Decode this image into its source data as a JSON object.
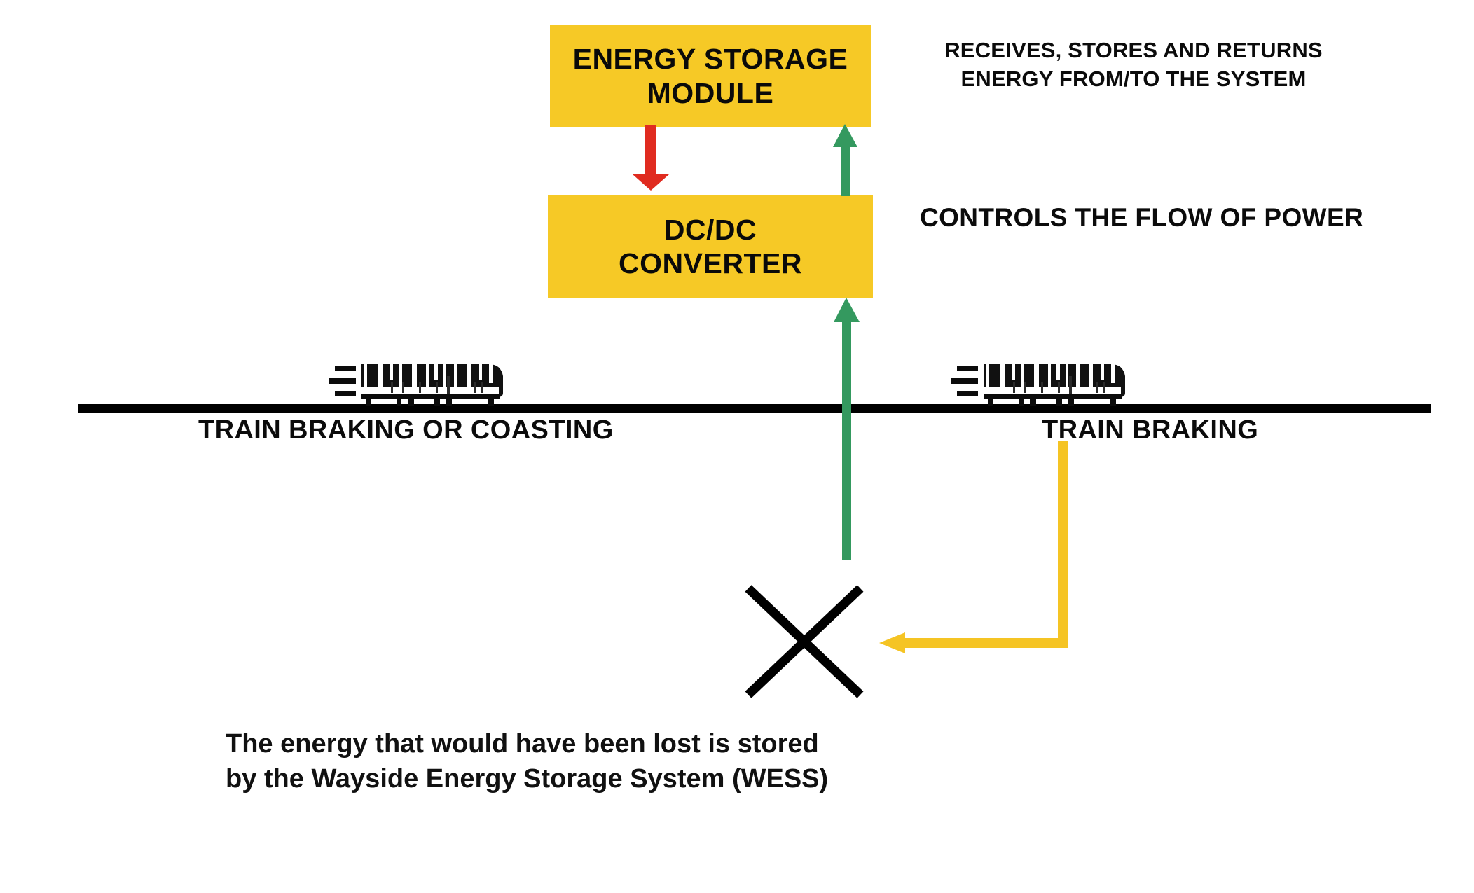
{
  "diagram": {
    "title": "Wayside Energy Storage System (WESS) energy flow diagram",
    "background_color": "#ffffff"
  },
  "blocks": [
    {
      "id": "energy-storage-module",
      "label": "ENERGY STORAGE\nMODULE",
      "fill_color": "#F6C926",
      "text_color": "#0a0a0a"
    },
    {
      "id": "dcdc-converter",
      "label": "DC/DC\nCONVERTER",
      "fill_color": "#F6C926",
      "text_color": "#0a0a0a"
    }
  ],
  "annotations": {
    "esm_note": "RECEIVES, STORES AND RETURNS\nENERGY FROM/TO THE SYSTEM",
    "dcdc_note": "CONTROLS THE FLOW OF POWER"
  },
  "track": {
    "label_left": "TRAIN BRAKING OR COASTING",
    "label_right": "TRAIN BRAKING",
    "line_color": "#000000"
  },
  "caption": "The energy that would have been lost is stored\nby the Wayside Energy Storage System (WESS)",
  "arrows": [
    {
      "id": "esm-to-dcdc",
      "direction": "down",
      "color": "#E02B20",
      "meaning": "energy discharged from storage module to converter"
    },
    {
      "id": "dcdc-to-esm",
      "direction": "up",
      "color": "#34995F",
      "meaning": "energy returned from converter to storage module"
    },
    {
      "id": "track-to-dcdc",
      "direction": "up",
      "color": "#34995F",
      "meaning": "regenerative braking energy from track to converter"
    },
    {
      "id": "braking-to-waste",
      "direction": "left",
      "color": "#F5C424",
      "meaning": "braking energy diverted away from being wasted"
    }
  ],
  "waste_marker": {
    "id": "energy-lost-x",
    "symbol": "X",
    "color": "#000000",
    "meaning": "energy loss prevented"
  },
  "colors": {
    "yellow_block": "#F6C926",
    "yellow_arrow": "#F5C424",
    "green_arrow": "#34995F",
    "red_arrow": "#E02B20",
    "black": "#000000"
  }
}
